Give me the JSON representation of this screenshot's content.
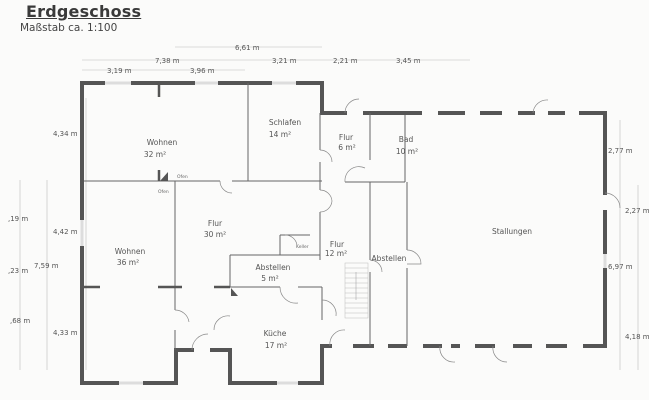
{
  "header": {
    "title": "Erdgeschoss",
    "scale": "Maßstab ca. 1:100"
  },
  "dimensions": {
    "top": {
      "d1": "6,61 m",
      "d2": "7,38 m",
      "d3": "3,21 m",
      "d4": "2,21 m",
      "d5": "3,45 m",
      "d6": "3,19 m",
      "d7": "3,96 m"
    },
    "left": {
      "d1": "4,34 m",
      "d2": "4,42 m",
      "d3": "4,33 m",
      "d4": "7,59 m",
      "d5": ",19 m",
      "d6": ",23 m",
      "d7": ",68 m"
    },
    "right": {
      "d1": "2,77 m",
      "d2": "2,27 m",
      "d3": "6,97 m",
      "d4": "4,18 m"
    }
  },
  "rooms": [
    {
      "name": "Wohnen",
      "area": "32 m²"
    },
    {
      "name": "Schlafen",
      "area": "14 m²"
    },
    {
      "name": "Flur",
      "area": "6 m²"
    },
    {
      "name": "Bad",
      "area": "10 m²"
    },
    {
      "name": "Flur",
      "area": "30 m²"
    },
    {
      "name": "Wohnen",
      "area": "36 m²"
    },
    {
      "name": "Flur",
      "area": "12 m²"
    },
    {
      "name": "Abstellen",
      "area": "5 m²"
    },
    {
      "name": "Abstellen",
      "area": ""
    },
    {
      "name": "Küche",
      "area": "17 m²"
    },
    {
      "name": "Stallungen",
      "area": ""
    }
  ],
  "labels": {
    "ofen1": "Ofen",
    "ofen2": "Ofen",
    "keller": "Keller"
  }
}
